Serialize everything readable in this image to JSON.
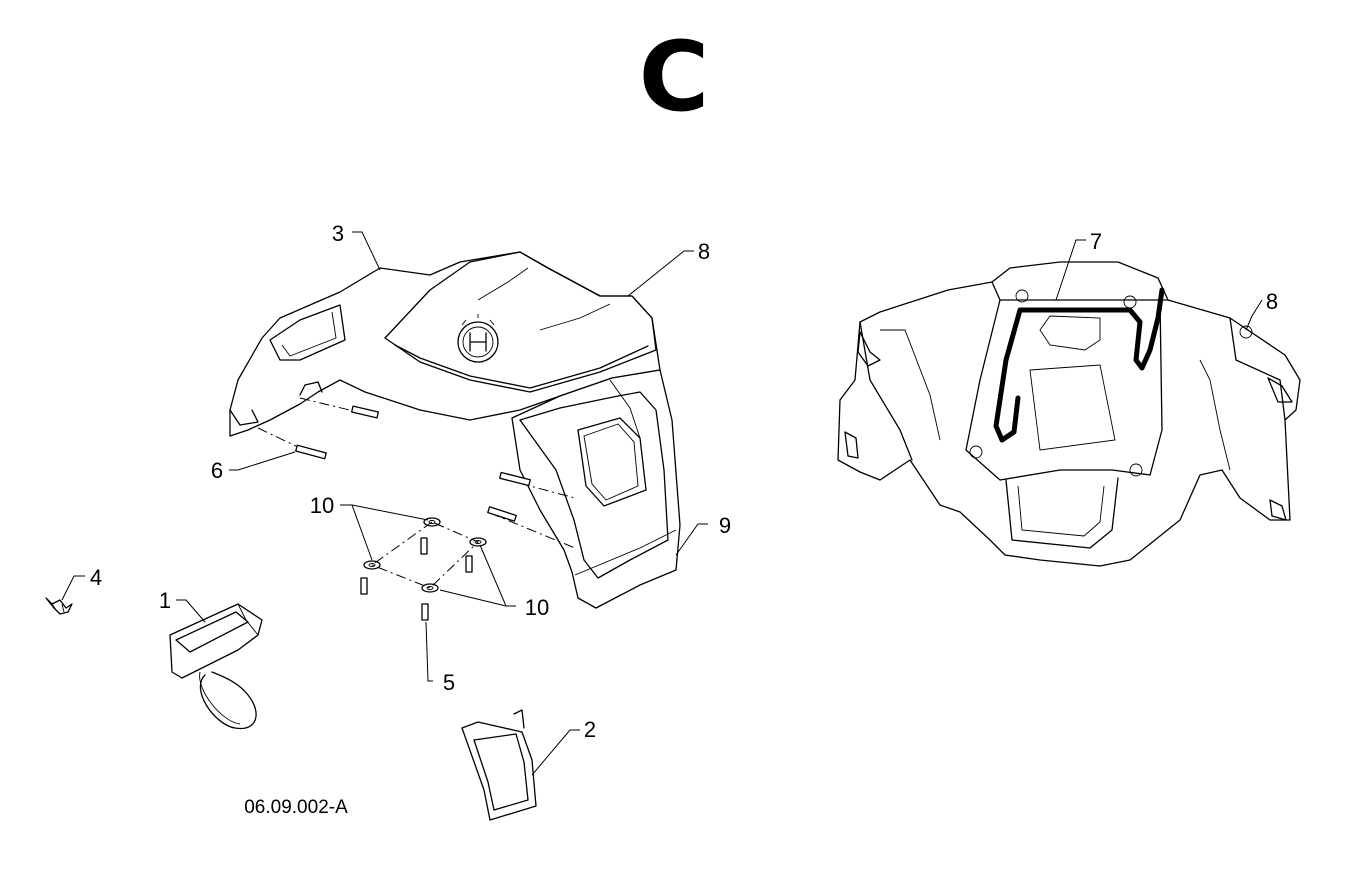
{
  "section_letter": "C",
  "drawing_code": "06.09.002-A",
  "callouts": {
    "c1": "1",
    "c2": "2",
    "c3": "3",
    "c4": "4",
    "c5": "5",
    "c6": "6",
    "c7": "7",
    "c8_left": "8",
    "c8_right": "8",
    "c9": "9",
    "c10_top": "10",
    "c10_bottom": "10"
  },
  "colors": {
    "line": "#000000",
    "background": "#ffffff"
  }
}
